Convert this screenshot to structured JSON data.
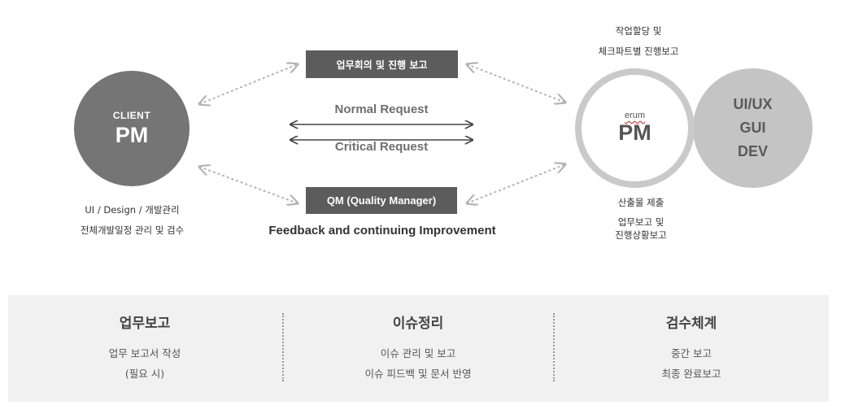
{
  "client": {
    "small_label": "CLIENT",
    "big_label": "PM"
  },
  "erum": {
    "small_label": "erum",
    "big_label": "PM"
  },
  "dev": {
    "lines": [
      "UI/UX",
      "GUI",
      "DEV"
    ]
  },
  "center": {
    "top_box": "업무회의 및 진행 보고",
    "normal_request": "Normal Request",
    "critical_request": "Critical Request",
    "qm_box": "QM (Quality Manager)",
    "feedback": "Feedback and continuing Improvement"
  },
  "client_notes": [
    "UI / Design / 개발관리",
    "전체개발일정 관리 및 검수"
  ],
  "erum_top_notes": [
    "작업할당 및",
    "체크파트별 진행보고"
  ],
  "erum_bottom_notes": [
    "산출물 제출",
    "업무보고 및",
    "진행상황보고"
  ],
  "bottom": [
    {
      "title": "업무보고",
      "lines": [
        "업무 보고서 작성",
        "(필요 시)"
      ]
    },
    {
      "title": "이슈정리",
      "lines": [
        "이슈 관리 및 보고",
        "이슈 피드백 및 문서 반영"
      ]
    },
    {
      "title": "검수체계",
      "lines": [
        "중간 보고",
        "최종 완료보고"
      ]
    }
  ],
  "colors": {
    "client_circle": "#757575",
    "dev_circle": "#c4c4c4",
    "erum_ring": "#c9c9c9",
    "dark_box": "#5c5c5c",
    "bottom_panel": "#f1f1f1",
    "dashed_arrow": "#b5b5b5",
    "solid_arrow": "#444444"
  }
}
